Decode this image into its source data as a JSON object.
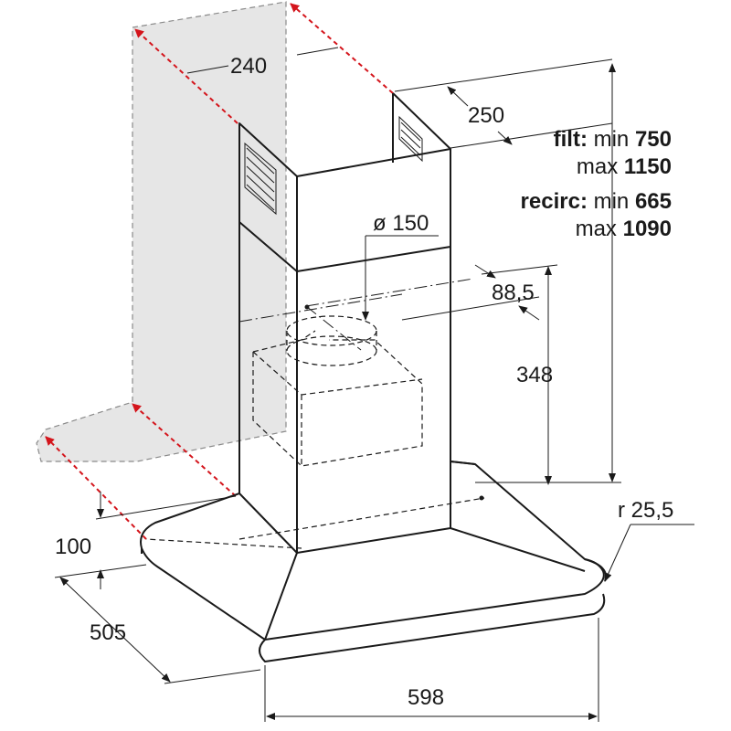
{
  "diagram": {
    "dimensions": {
      "d240": "240",
      "d250": "250",
      "diameter": "ø 150",
      "d88": "88,5",
      "d348": "348",
      "radius": "r 25,5",
      "d100": "100",
      "d505": "505",
      "d598": "598"
    },
    "heights": {
      "filt_label": "filt:",
      "filt_min_word": "min",
      "filt_min": "750",
      "filt_max_word": "max",
      "filt_max": "1150",
      "recirc_label": "recirc:",
      "recirc_min_word": "min",
      "recirc_min": "665",
      "recirc_max_word": "max",
      "recirc_max": "1090"
    },
    "colors": {
      "line": "#1a1a1a",
      "wall": "#e6e6e6",
      "marker": "#d4151c"
    }
  }
}
